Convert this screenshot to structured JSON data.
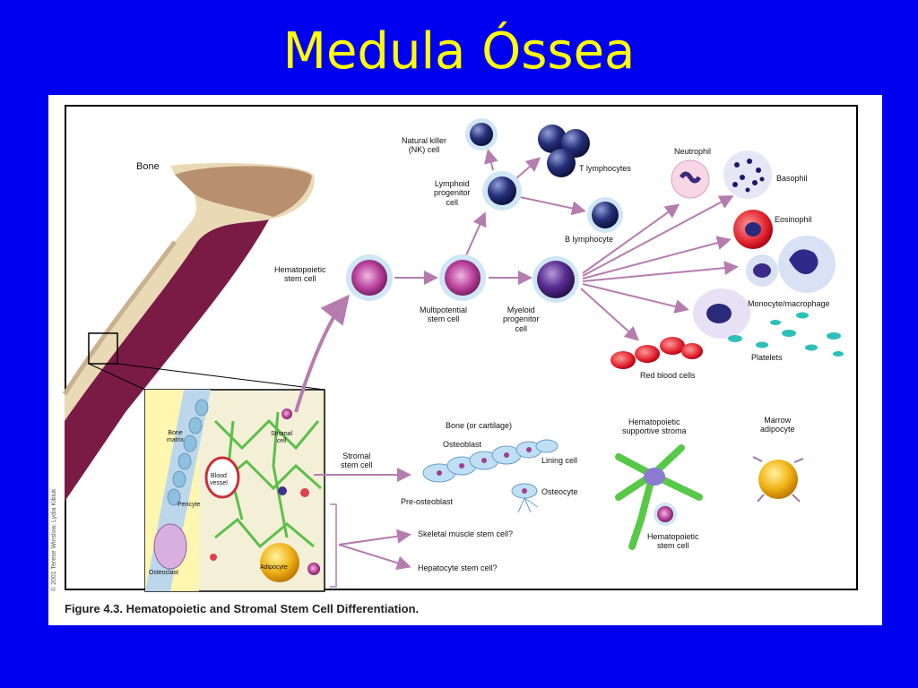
{
  "slide": {
    "title": "Medula Óssea"
  },
  "figure": {
    "caption": "Figure 4.3. Hematopoietic and Stromal Stem Cell Differentiation.",
    "copyright": "© 2001 Terese Winslow, Lydia Kibiuk",
    "labels": {
      "bone": "Bone",
      "nk_cell": "Natural killer\n(NK) cell",
      "t_lymphocytes": "T lymphocytes",
      "lymphoid_progenitor": "Lymphoid\nprogenitor\ncell",
      "b_lymphocyte": "B lymphocyte",
      "neutrophil": "Neutrophil",
      "basophil": "Basophil",
      "eosinophil": "Eosinophil",
      "hematopoietic_stem_cell": "Hematopoietic\nstem cell",
      "multipotential_stem_cell": "Multipotential\nstem cell",
      "myeloid_progenitor": "Myeloid\nprogenitor\ncell",
      "monocyte_macrophage": "Monocyte/macrophage",
      "platelets": "Platelets",
      "red_blood_cells": "Red blood cells",
      "bone_or_cartilage": "Bone (or cartilage)",
      "osteoblast": "Osteoblast",
      "lining_cell": "Lining cell",
      "pre_osteoblast": "Pre-osteoblast",
      "osteocyte": "Osteocyte",
      "hematopoietic_supportive_stroma": "Hematopoietic\nsupportive stroma",
      "hematopoietic_stem_cell_2": "Hematopoietic\nstem cell",
      "marrow_adipocyte": "Marrow\nadipocyte",
      "stromal_stem_cell": "Stromal\nstem cell",
      "skeletal_muscle_stem_cell": "Skeletal muscle stem cell?",
      "hepatocyte_stem_cell": "Hepatocyte stem cell?",
      "bone_matrix": "Bone\nmatrix",
      "stromal_cell": "Stromal\ncell",
      "blood_vessel": "Blood\nvessel",
      "pericyte": "Pericyte",
      "osteoclast": "Osteoclast",
      "adipocyte": "Adipocyte"
    }
  }
}
